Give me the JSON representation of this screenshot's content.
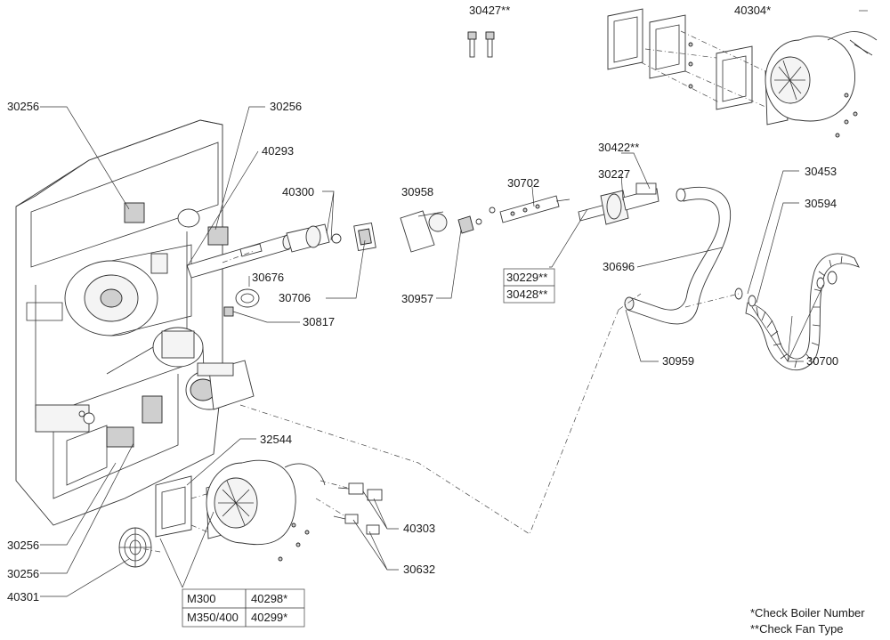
{
  "labels": {
    "l30256a": "30256",
    "l30256b": "30256",
    "l40293": "40293",
    "l40300": "40300",
    "l30958": "30958",
    "l30702": "30702",
    "l30422": "30422**",
    "l30227": "30227",
    "l30453": "30453",
    "l30594": "30594",
    "l30676": "30676",
    "l30706": "30706",
    "l30817": "30817",
    "l30957": "30957",
    "l30229": "30229**",
    "l30428": "30428**",
    "l30696": "30696",
    "l30959": "30959",
    "l30700": "30700",
    "l30427": "30427**",
    "l40304": "40304*",
    "l32544": "32544",
    "l40303": "40303",
    "l30632": "30632",
    "l30256c": "30256",
    "l30256d": "30256",
    "l40301": "40301"
  },
  "models": [
    {
      "model": "M300",
      "part": "40298*"
    },
    {
      "model": "M350/400",
      "part": "40299*"
    }
  ],
  "notes": {
    "boiler": "*Check Boiler Number",
    "fan": "**Check Fan Type"
  }
}
